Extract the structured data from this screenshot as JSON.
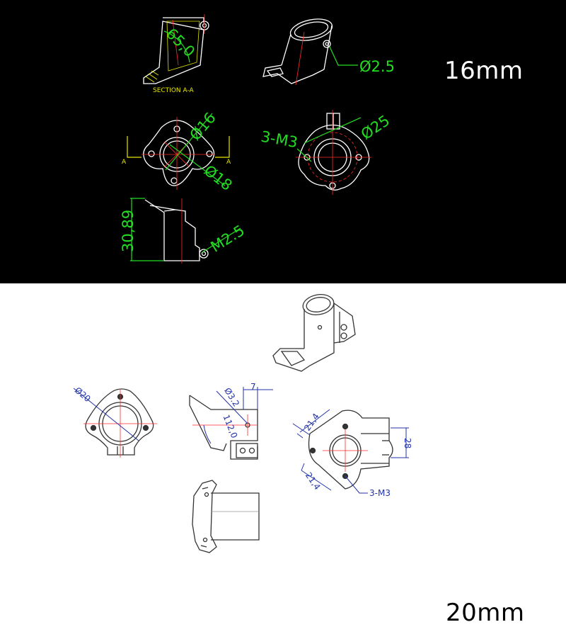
{
  "sizes": {
    "top": "16mm",
    "bottom": "20mm"
  },
  "top_dims": {
    "section_label": "SECTION A-A",
    "angle": "65,0",
    "pin": "Ø2.5",
    "inner_dia": "Ø16",
    "outer_dia": "Ø18",
    "mount_dia": "Ø25",
    "screw": "3-M3",
    "height": "30,89",
    "set_screw": "M2.5",
    "section_mark_left": "A",
    "section_mark_right": "A"
  },
  "bottom_dims": {
    "tube_dia": "Ø20",
    "hole_dia": "Ø3.2",
    "offset": "7",
    "angle": "112,0",
    "edge_top": "21,4",
    "edge_bottom": "21,4",
    "height": "28",
    "screw": "3-M3"
  },
  "colors": {
    "top_bg": "#000000",
    "bottom_bg": "#ffffff",
    "cad_line": "#ffffff",
    "dim_green": "#22dd22",
    "section_yellow": "#e6e600",
    "center_red": "#ff2a2a",
    "dim_blue": "#2233aa"
  }
}
